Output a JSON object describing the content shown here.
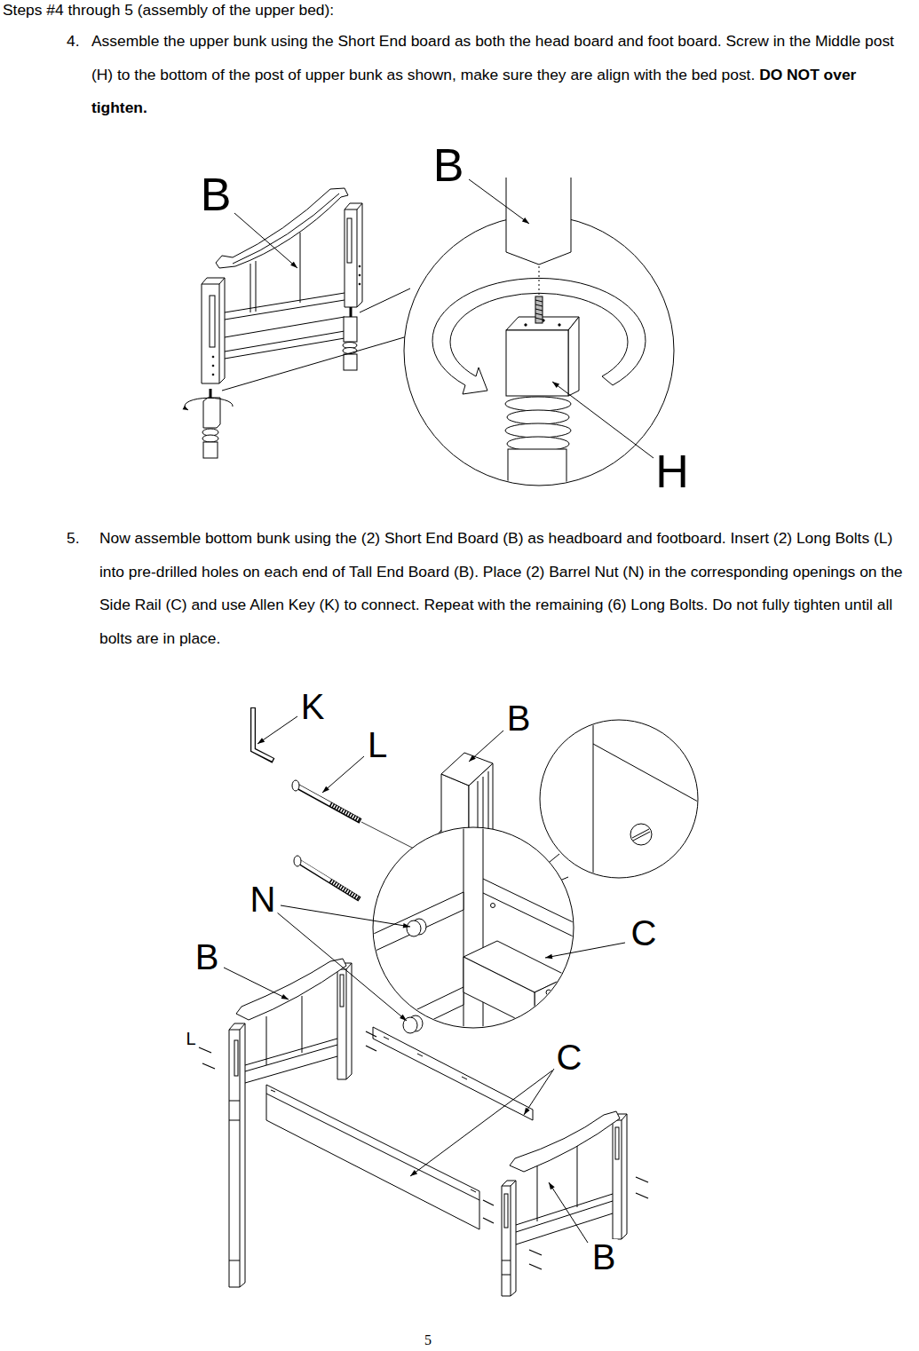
{
  "diagram": {
    "title": "Steps #4 through 5 (assembly of the upper bed):",
    "labels": [
      "4.",
      "Assemble the upper bunk using the Short End board as both the head board and foot board. Screw in the Middle post (H) to the bottom of the post of upper bunk as shown, make sure they are align with the bed post.",
      "DO NOT over tighten.",
      "B",
      "B",
      "H",
      "5.",
      "Now assemble bottom bunk using the (2) Short End Board (B) as headboard and footboard. Insert (2) Long Bolts (L) into pre-drilled holes on each end of Tall End Board (B). Place (2) Barrel Nut (N) in the corresponding openings on the Side Rail (C) and use Allen Key (K) to connect. Repeat with the remaining (6) Long Bolts. Do not fully tighten until all bolts are in place.",
      "K",
      "L",
      "B",
      "N",
      "C",
      "B",
      "L",
      "C",
      "B",
      "5"
    ]
  }
}
